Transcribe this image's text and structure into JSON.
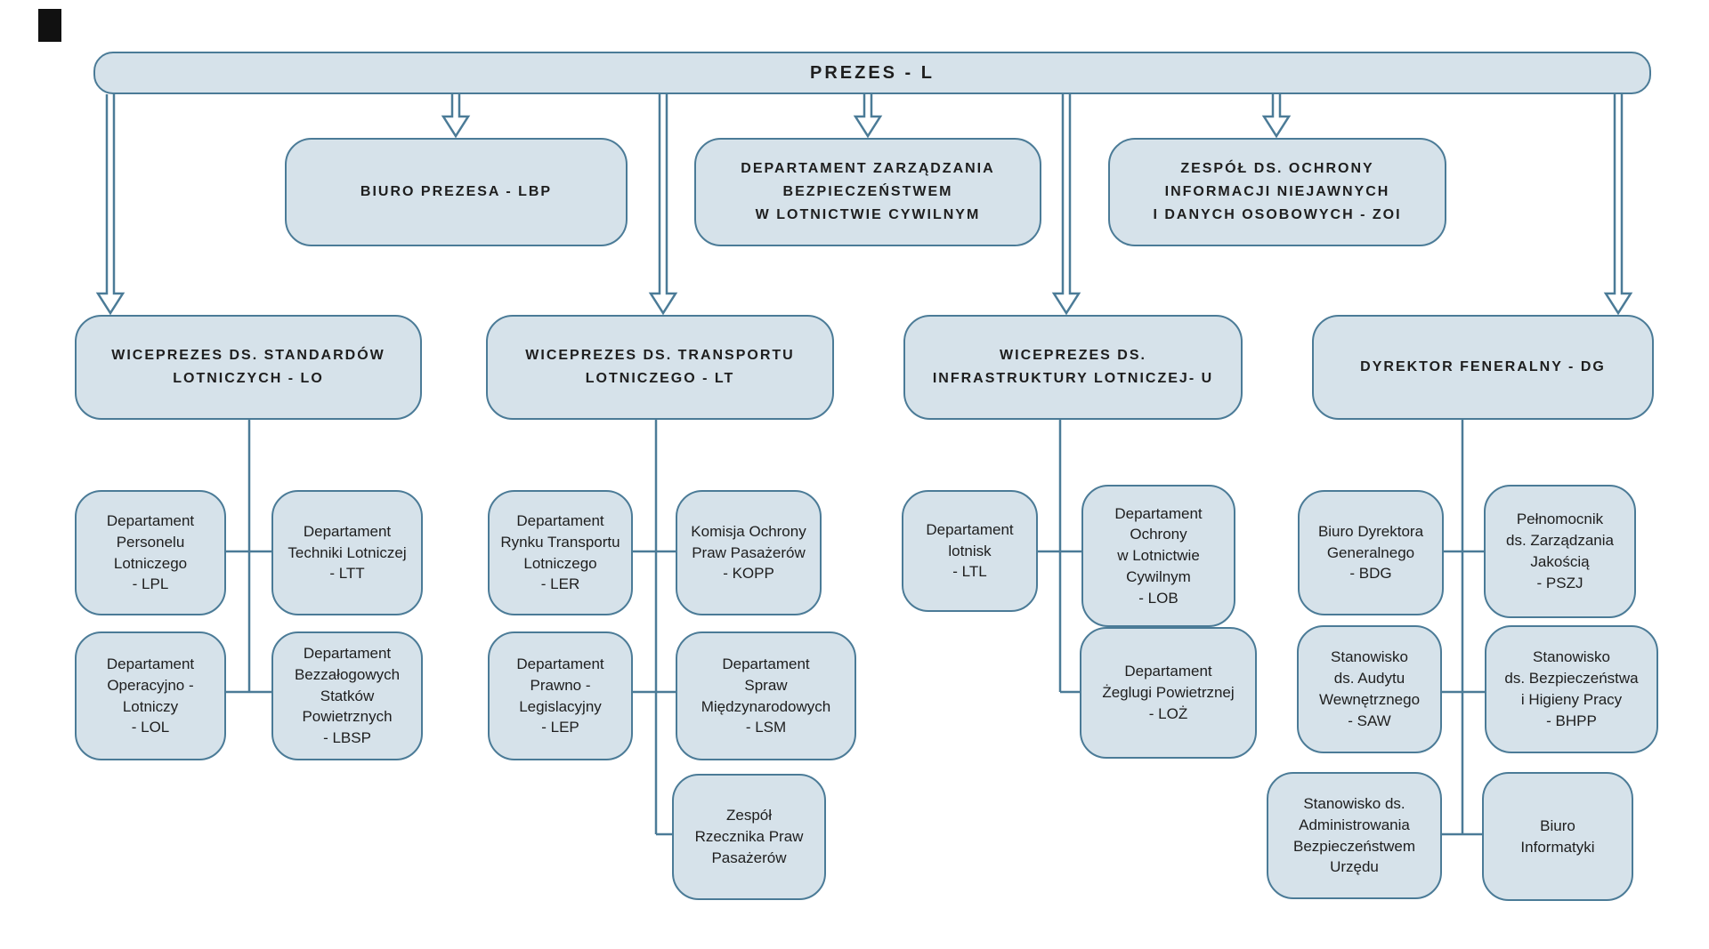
{
  "colors": {
    "box_fill": "#d6e2ea",
    "box_border": "#4b7b97",
    "text": "#1e1e1e",
    "background": "#ffffff"
  },
  "nodes": {
    "prezes": {
      "label": "PREZES - L"
    },
    "lbp": {
      "label": "BIURO PREZESA - LBP"
    },
    "dzb": {
      "label": "DEPARTAMENT ZARZĄDZANIA\nBEZPIECZEŃSTWEM\nW LOTNICTWIE CYWILNYM"
    },
    "zoi": {
      "label": "ZESPÓŁ DS. OCHRONY\nINFORMACJI NIEJAWNYCH\nI DANYCH OSOBOWYCH - ZOI"
    },
    "lo": {
      "label": "WICEPREZES DS. STANDARDÓW\nLOTNICZYCH - LO"
    },
    "lt": {
      "label": "WICEPREZES DS. TRANSPORTU\nLOTNICZEGO - LT"
    },
    "u": {
      "label": "WICEPREZES DS.\nINFRASTRUKTURY LOTNICZEJ- U"
    },
    "dg": {
      "label": "DYREKTOR FENERALNY - DG"
    },
    "lpl": {
      "label": "Departament\nPersonelu\nLotniczego\n- LPL"
    },
    "ltt": {
      "label": "Departament\nTechniki Lotniczej\n- LTT"
    },
    "lol": {
      "label": "Departament\nOperacyjno -\nLotniczy\n- LOL"
    },
    "lbsp": {
      "label": "Departament\nBezzałogowych\nStatków\nPowietrznych\n- LBSP"
    },
    "ler": {
      "label": "Departament\nRynku Transportu\nLotniczego\n- LER"
    },
    "kopp": {
      "label": "Komisja Ochrony\nPraw Pasażerów\n- KOPP"
    },
    "lep": {
      "label": "Departament\nPrawno -\nLegislacyjny\n- LEP"
    },
    "lsm": {
      "label": "Departament\nSpraw\nMiędzynarodowych\n- LSM"
    },
    "zrpp": {
      "label": "Zespół\nRzecznika Praw\nPasażerów"
    },
    "ltl": {
      "label": "Departament\nlotnisk\n- LTL"
    },
    "lob": {
      "label": "Departament\nOchrony\nw Lotnictwie\nCywilnym\n- LOB"
    },
    "loz": {
      "label": "Departament\nŻeglugi Powietrznej\n- LOŻ"
    },
    "bdg": {
      "label": "Biuro Dyrektora\nGeneralnego\n- BDG"
    },
    "pszj": {
      "label": "Pełnomocnik\nds. Zarządzania\nJakością\n- PSZJ"
    },
    "saw": {
      "label": "Stanowisko\nds. Audytu\nWewnętrznego\n- SAW"
    },
    "bhpp": {
      "label": "Stanowisko\nds. Bezpieczeństwa\ni Higieny Pracy\n- BHPP"
    },
    "sabu": {
      "label": "Stanowisko ds.\nAdministrowania\nBezpieczeństwem\nUrzędu"
    },
    "bi": {
      "label": "Biuro\nInformatyki"
    }
  }
}
